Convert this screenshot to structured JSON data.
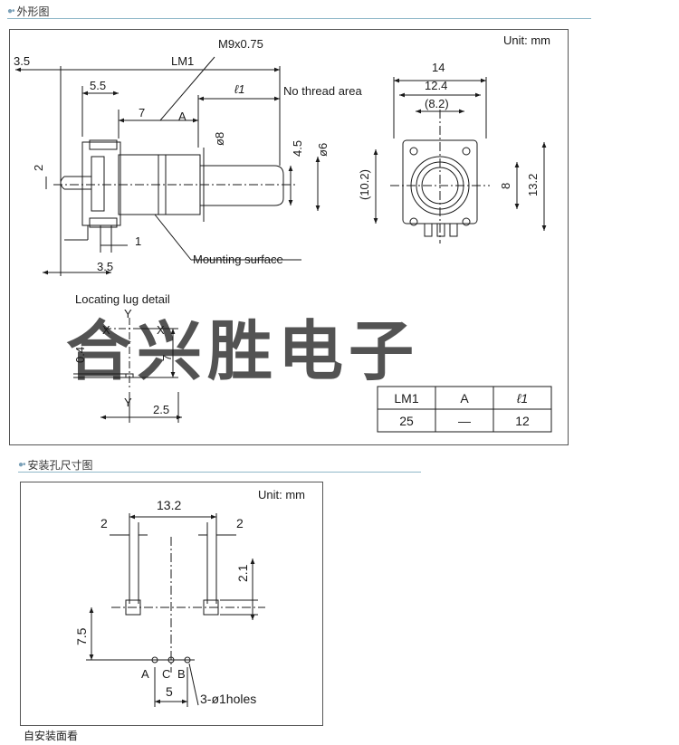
{
  "section1": {
    "title": "外形图",
    "unit": "Unit: mm",
    "side": {
      "dim_3_5_top": "3.5",
      "dim_lm1": "LM1",
      "thread": "M9x0.75",
      "dim_5_5": "5.5",
      "dim_l1": "ℓ1",
      "no_thread": "No thread area",
      "dim_7": "7",
      "dim_a": "A",
      "dim_phi8": "ø8",
      "dim_4_5": "4.5",
      "dim_phi6": "ø6",
      "dim_2": "2",
      "dim_1": "1",
      "dim_3_5_bottom": "3.5",
      "mounting": "Mounting surface"
    },
    "front": {
      "dim_14": "14",
      "dim_12_4": "12.4",
      "dim_8_2": "(8.2)",
      "dim_10_2": "(10.2)",
      "dim_8": "8",
      "dim_13_2": "13.2"
    },
    "lug": {
      "title": "Locating lug detail",
      "y_top": "Y",
      "x_left": "X",
      "x_right": "X",
      "y_bottom": "Y",
      "dim_0_4": "0.4",
      "dim_7": "7",
      "dim_2_5": "2.5"
    },
    "table": {
      "headers": [
        "LM1",
        "A",
        "ℓ1"
      ],
      "row": [
        "25",
        "—",
        "12"
      ]
    },
    "watermark": "合兴胜电子"
  },
  "section2": {
    "title": "安装孔尺寸图",
    "unit": "Unit: mm",
    "dim_13_2": "13.2",
    "dim_2_left": "2",
    "dim_2_right": "2",
    "dim_2_1": "2.1",
    "dim_7_5": "7.5",
    "dim_5": "5",
    "pin_a": "A",
    "pin_c": "C",
    "pin_b": "B",
    "holes": "3-ø1holes"
  },
  "footer": "自安装面看",
  "colors": {
    "section_line": "#8fb7c9",
    "watermark": "#8080e8"
  }
}
